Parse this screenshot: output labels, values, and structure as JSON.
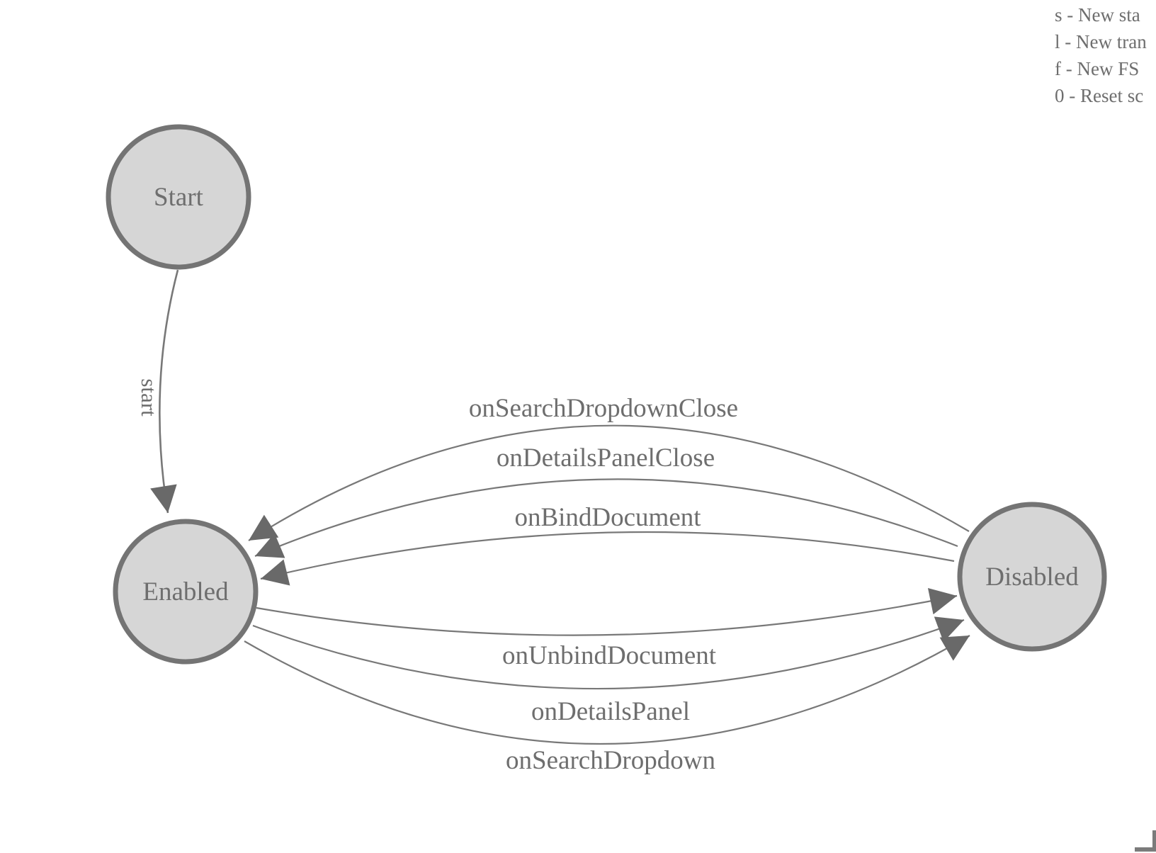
{
  "legend": {
    "lines": [
      "s - New sta",
      "l - New tran",
      "f - New FS",
      "0 - Reset sc"
    ]
  },
  "nodes": {
    "start": {
      "label": "Start"
    },
    "enabled": {
      "label": "Enabled"
    },
    "disabled": {
      "label": "Disabled"
    }
  },
  "edges": {
    "start": {
      "label": "start",
      "from": "Start",
      "to": "Enabled"
    },
    "searchDropdownClose": {
      "label": "onSearchDropdownClose",
      "from": "Disabled",
      "to": "Enabled"
    },
    "detailsPanelClose": {
      "label": "onDetailsPanelClose",
      "from": "Disabled",
      "to": "Enabled"
    },
    "bindDocument": {
      "label": "onBindDocument",
      "from": "Disabled",
      "to": "Enabled"
    },
    "unbindDocument": {
      "label": "onUnbindDocument",
      "from": "Enabled",
      "to": "Disabled"
    },
    "detailsPanel": {
      "label": "onDetailsPanel",
      "from": "Enabled",
      "to": "Disabled"
    },
    "searchDropdown": {
      "label": "onSearchDropdown",
      "from": "Enabled",
      "to": "Disabled"
    }
  },
  "colors": {
    "node_fill": "#d6d6d6",
    "node_stroke": "#747474",
    "edge_stroke": "#787878",
    "arrow_fill": "#696969",
    "text": "#6e6e6e"
  }
}
